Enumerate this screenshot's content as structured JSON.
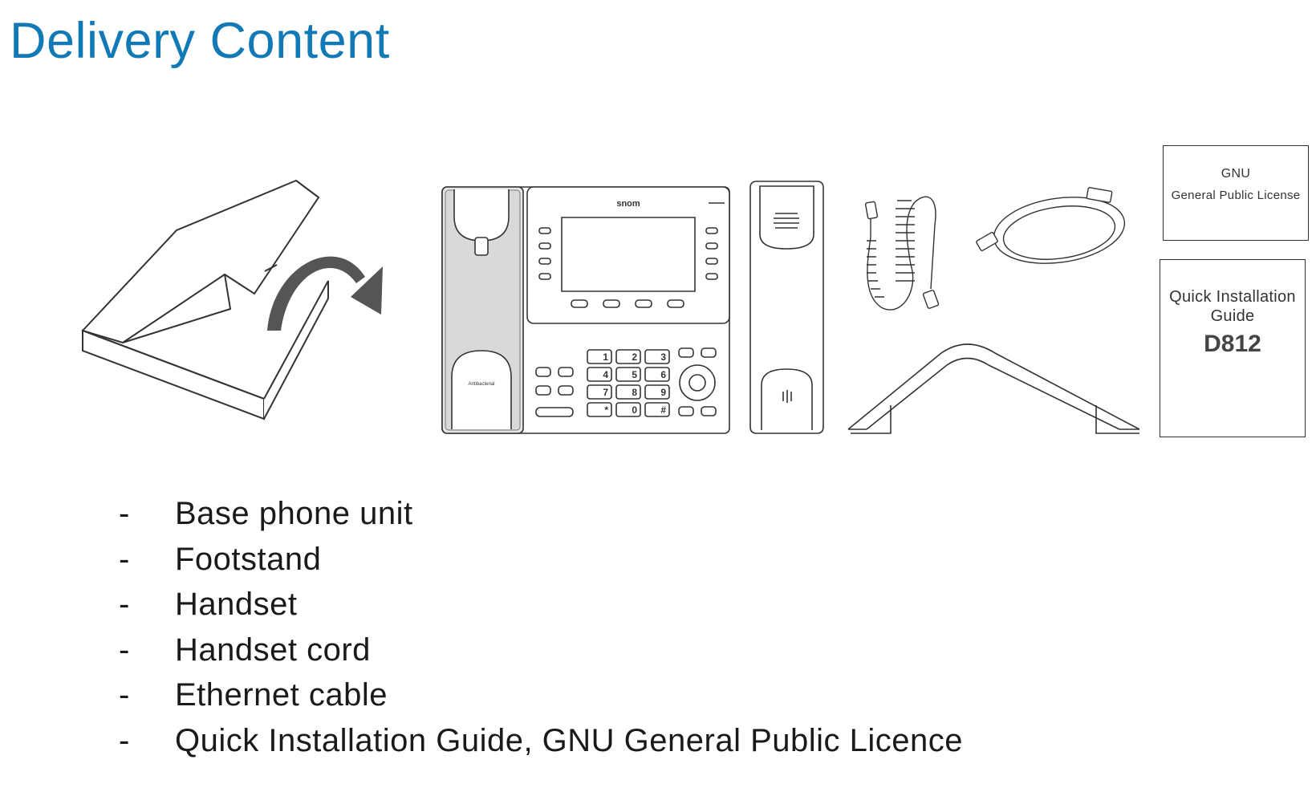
{
  "title": "Delivery Content",
  "illustration": {
    "phone_brand": "snom",
    "base_sticker": "Antibacterial",
    "keypad": [
      "1",
      "2",
      "3",
      "4",
      "5",
      "6",
      "7",
      "8",
      "9",
      "*",
      "0",
      "#"
    ],
    "gpl_card": {
      "line1": "GNU",
      "line2": "General Public License"
    },
    "qig_card": {
      "line1": "Quick Installation",
      "line2": "Guide",
      "model": "D812"
    }
  },
  "items": [
    {
      "bullet": "-",
      "label": "Base phone unit"
    },
    {
      "bullet": "-",
      "label": "Footstand"
    },
    {
      "bullet": "-",
      "label": "Handset"
    },
    {
      "bullet": "-",
      "label": "Handset cord"
    },
    {
      "bullet": "-",
      "label": "Ethernet cable"
    },
    {
      "bullet": "-",
      "label": "Quick Installation Guide, GNU General Public Licence"
    }
  ],
  "colors": {
    "title": "#1279b7",
    "line_art": "#333333"
  }
}
